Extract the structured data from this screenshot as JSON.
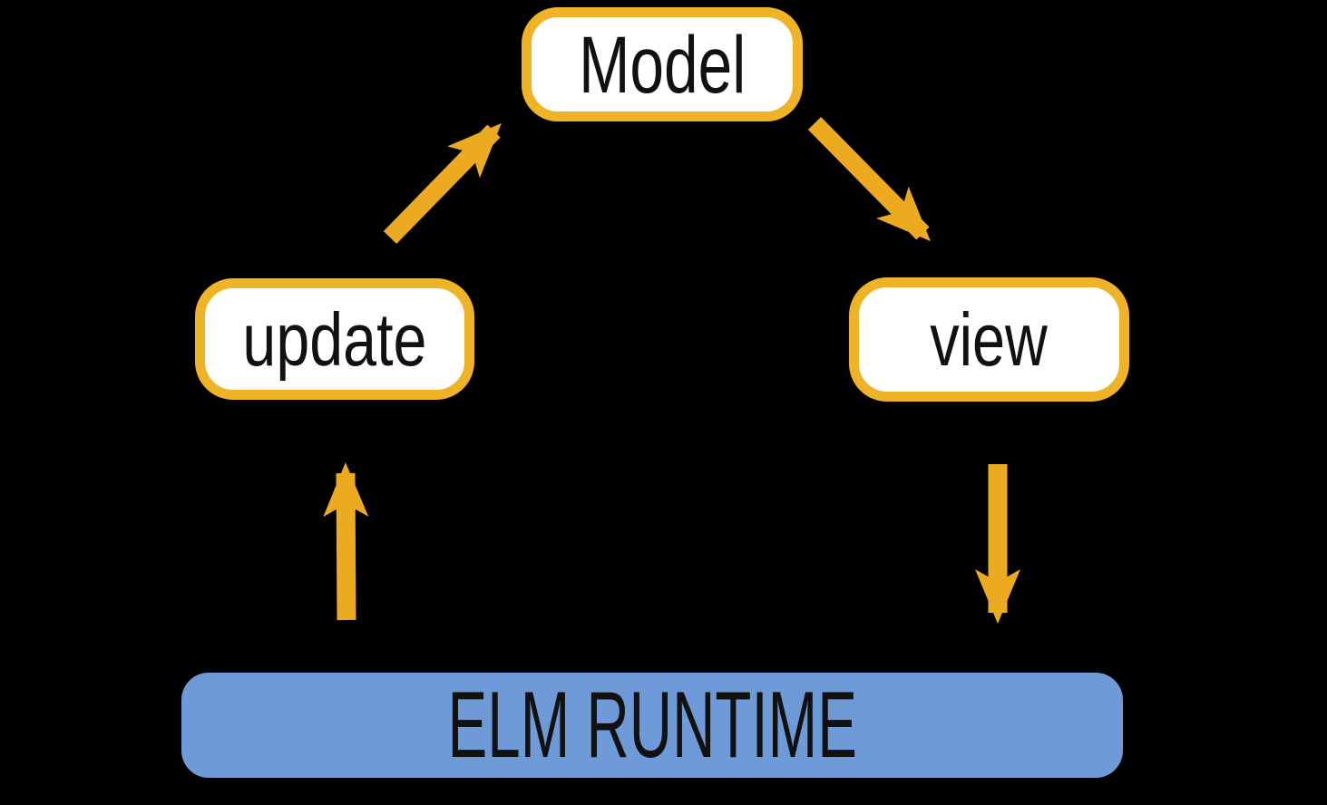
{
  "nodes": {
    "model": {
      "label": "Model"
    },
    "update": {
      "label": "update"
    },
    "view": {
      "label": "view"
    }
  },
  "runtime": {
    "label": "ELM RUNTIME"
  },
  "edges": [
    {
      "from": "update",
      "to": "model",
      "direction": "diagonal-up-right"
    },
    {
      "from": "model",
      "to": "view",
      "direction": "diagonal-down-right"
    },
    {
      "from": "view",
      "to": "runtime",
      "direction": "down"
    },
    {
      "from": "runtime",
      "to": "update",
      "direction": "up"
    }
  ],
  "colors": {
    "background": "#000000",
    "node_fill": "#ffffff",
    "node_border": "#efb327",
    "arrow": "#ecaa20",
    "runtime_fill": "#6f9ad8",
    "text": "#111111"
  }
}
